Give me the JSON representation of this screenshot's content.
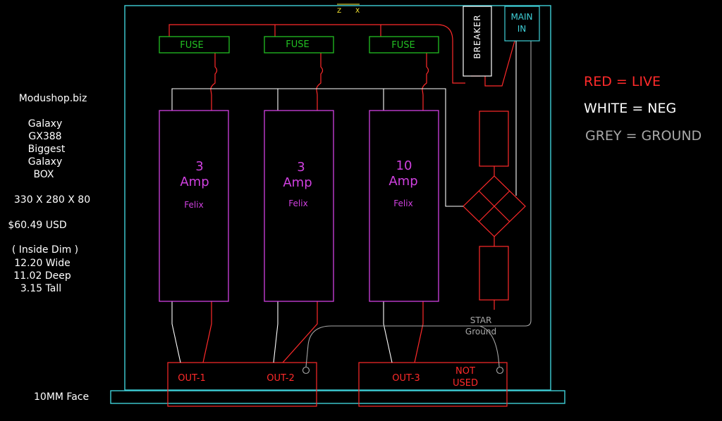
{
  "left_info": {
    "site": "Modushop.biz",
    "model": [
      "Galaxy",
      "GX388",
      "Biggest",
      "Galaxy",
      "BOX"
    ],
    "dimensions": "330 X 280 X 80",
    "price": "$60.49 USD",
    "inside_heading": "( Inside Dim )",
    "inside_dims": [
      "12.20 Wide",
      "11.02 Deep",
      "3.15 Tall"
    ]
  },
  "face_label": "10MM Face",
  "top_marker": [
    "Z",
    "X"
  ],
  "legend": {
    "red": "RED = LIVE",
    "white": "WHITE = NEG",
    "grey": "GREY = GROUND"
  },
  "fuses": [
    "FUSE",
    "FUSE",
    "FUSE"
  ],
  "breaker": "BREAKER",
  "main_in": [
    "MAIN",
    "IN"
  ],
  "amps": [
    {
      "rating": "3",
      "unit": "Amp",
      "brand": "Felix"
    },
    {
      "rating": "3",
      "unit": "Amp",
      "brand": "Felix"
    },
    {
      "rating": "10",
      "unit": "Amp",
      "brand": "Felix"
    }
  ],
  "star_ground": [
    "STAR",
    "Ground"
  ],
  "outputs": {
    "out1": "OUT-1",
    "out2": "OUT-2",
    "out3": "OUT-3",
    "not_used": [
      "NOT",
      "USED"
    ]
  },
  "colors": {
    "live": "#ff2a2a",
    "neg": "#ffffff",
    "ground": "#a8a8a8",
    "enclosure": "#3fd0d8",
    "fuse": "#22c022",
    "amp": "#d040e0",
    "text": "#ffffff"
  }
}
